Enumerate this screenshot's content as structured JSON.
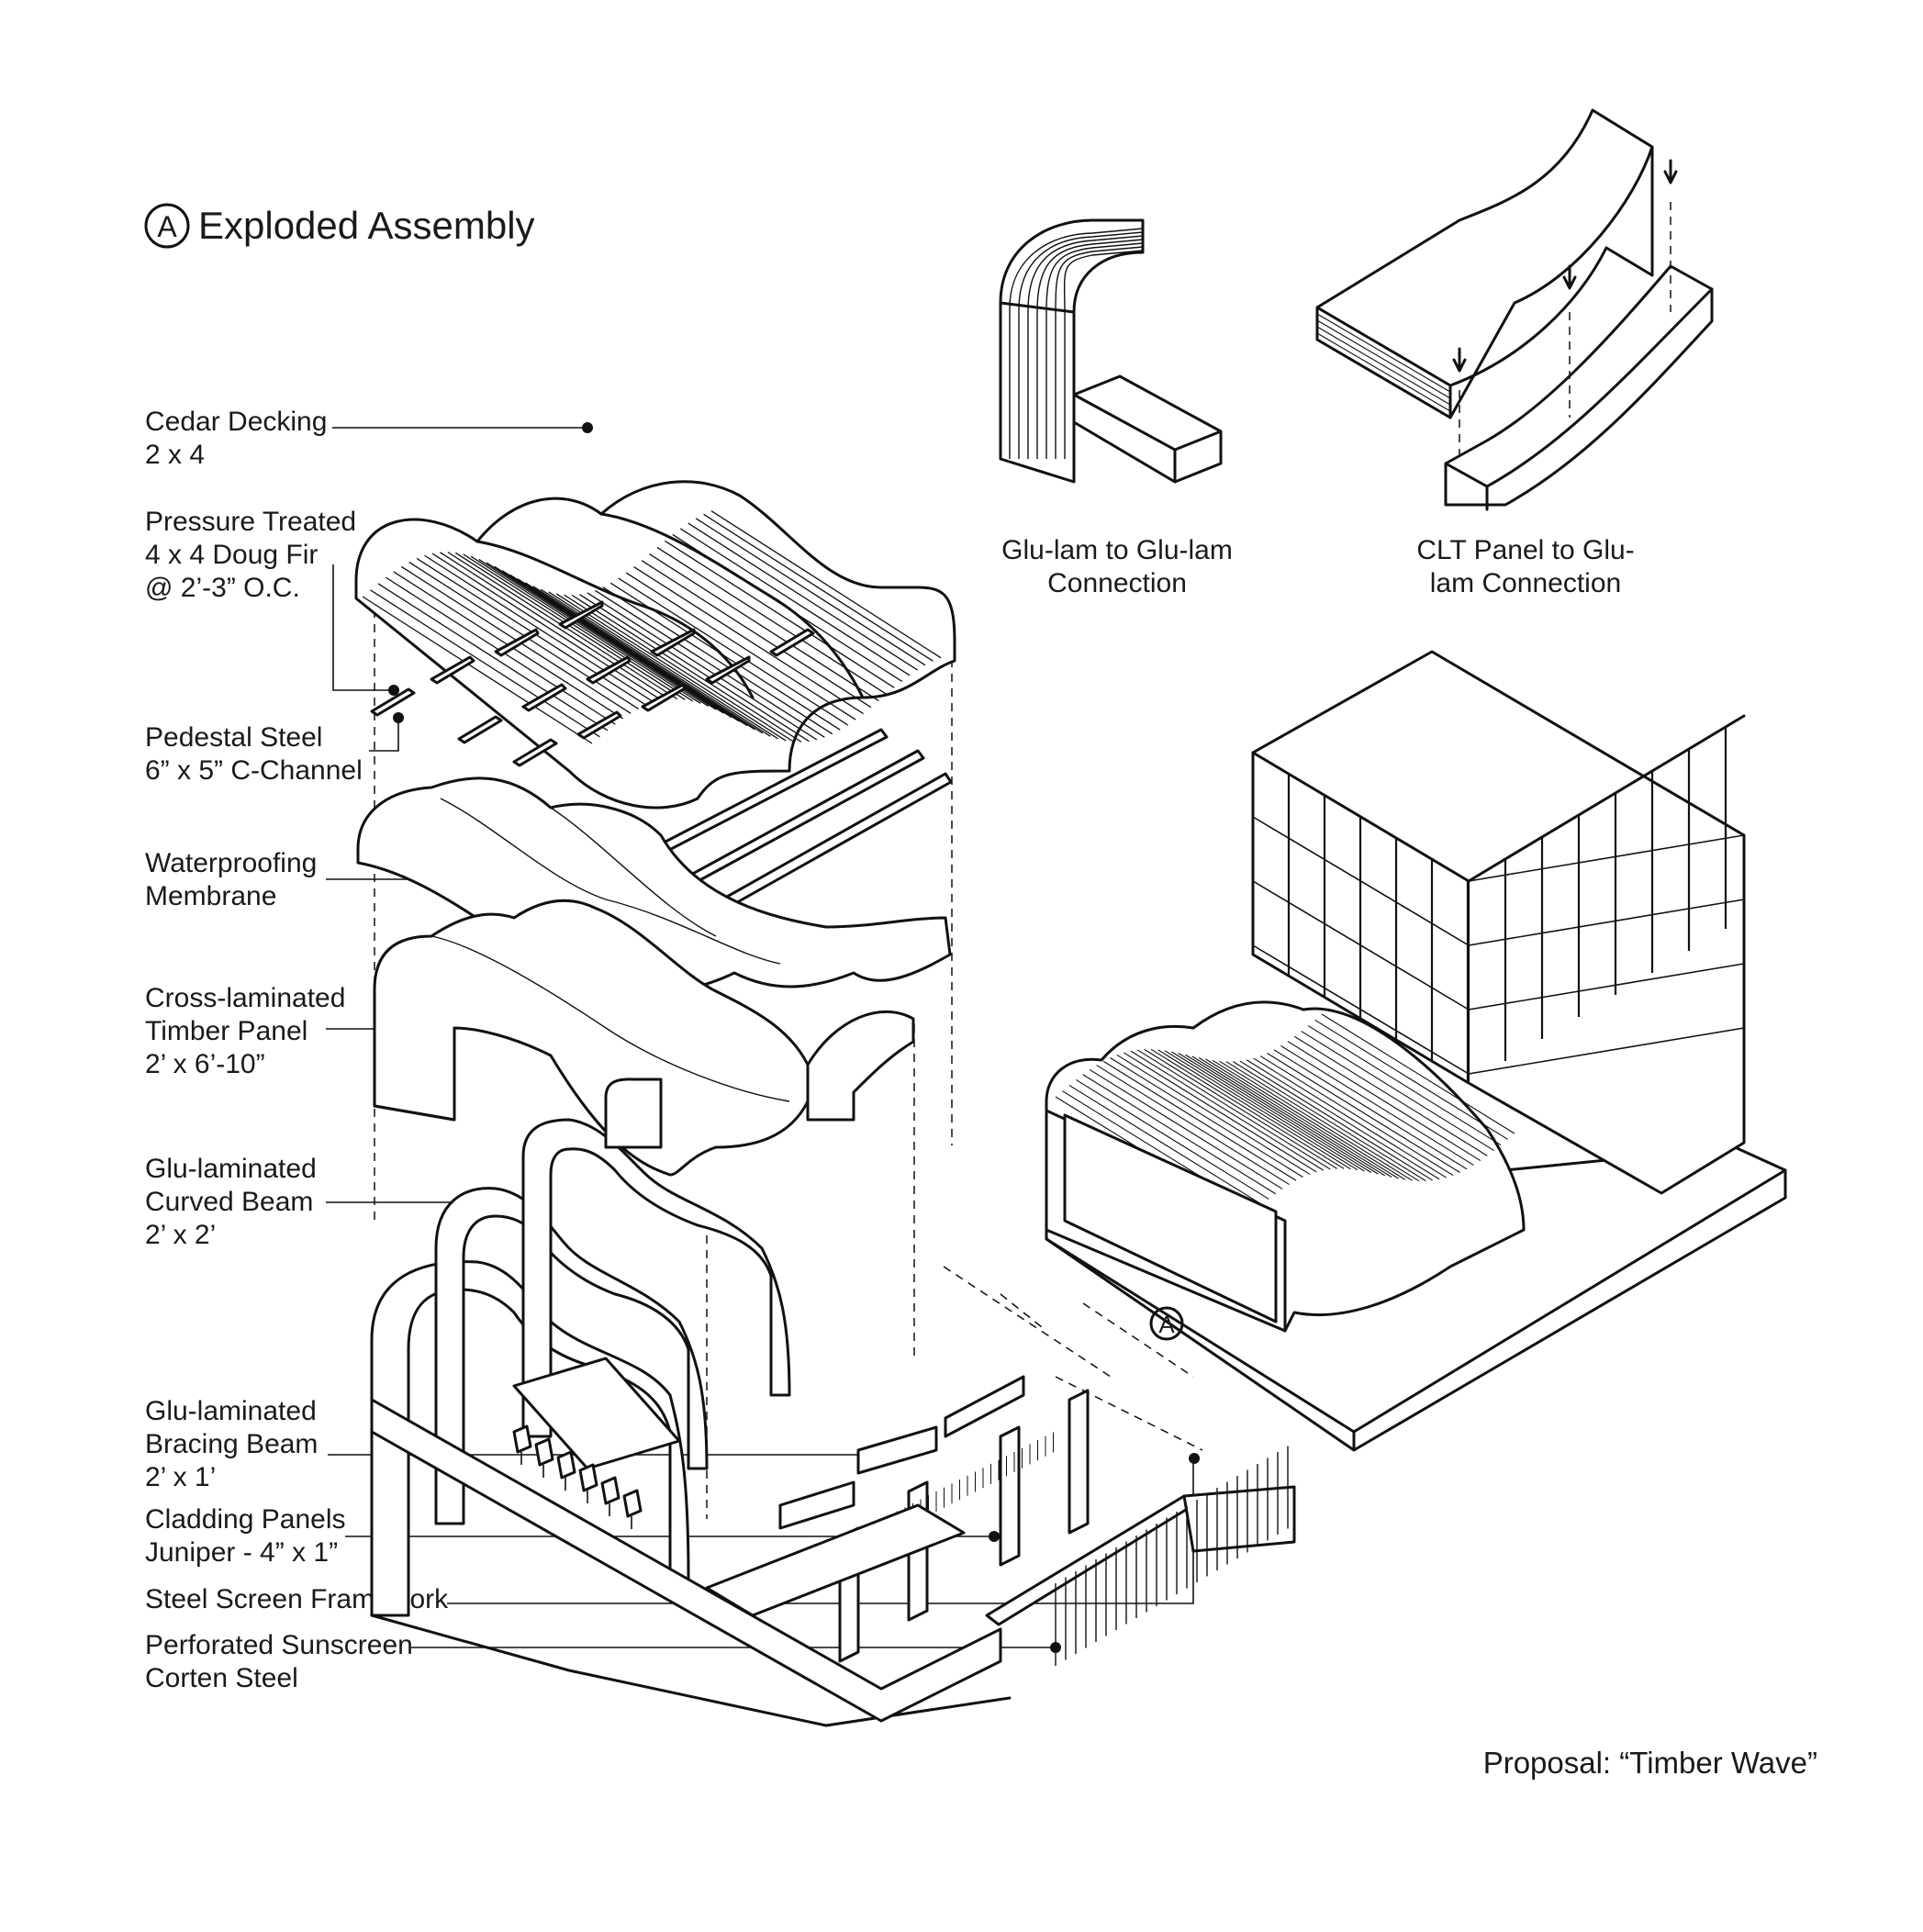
{
  "title": {
    "marker": "A",
    "text": "Exploded Assembly"
  },
  "labels": [
    {
      "lines": [
        "Cedar Decking",
        "2 x 4"
      ]
    },
    {
      "lines": [
        "Pressure Treated",
        "4 x 4 Doug Fir",
        "@ 2’-3” O.C."
      ]
    },
    {
      "lines": [
        "Pedestal Steel",
        "6” x 5” C-Channel"
      ]
    },
    {
      "lines": [
        "Waterproofing",
        "Membrane"
      ]
    },
    {
      "lines": [
        "Cross-laminated",
        "Timber Panel",
        "2’ x 6’-10”"
      ]
    },
    {
      "lines": [
        "Glu-laminated",
        "Curved Beam",
        "2’ x 2’"
      ]
    },
    {
      "lines": [
        "Glu-laminated",
        "Bracing Beam",
        "2’ x 1’"
      ]
    },
    {
      "lines": [
        "Cladding Panels",
        "Juniper - 4” x 1”"
      ]
    },
    {
      "lines": [
        "Steel Screen Framework"
      ]
    },
    {
      "lines": [
        "Perforated Sunscreen",
        "Corten Steel"
      ]
    }
  ],
  "details": [
    {
      "lines": [
        "Glu-lam to Glu-lam",
        "Connection"
      ]
    },
    {
      "lines": [
        "CLT Panel to Glu-",
        "lam Connection"
      ]
    }
  ],
  "building_marker": "A",
  "proposal": "Proposal: “Timber Wave”"
}
